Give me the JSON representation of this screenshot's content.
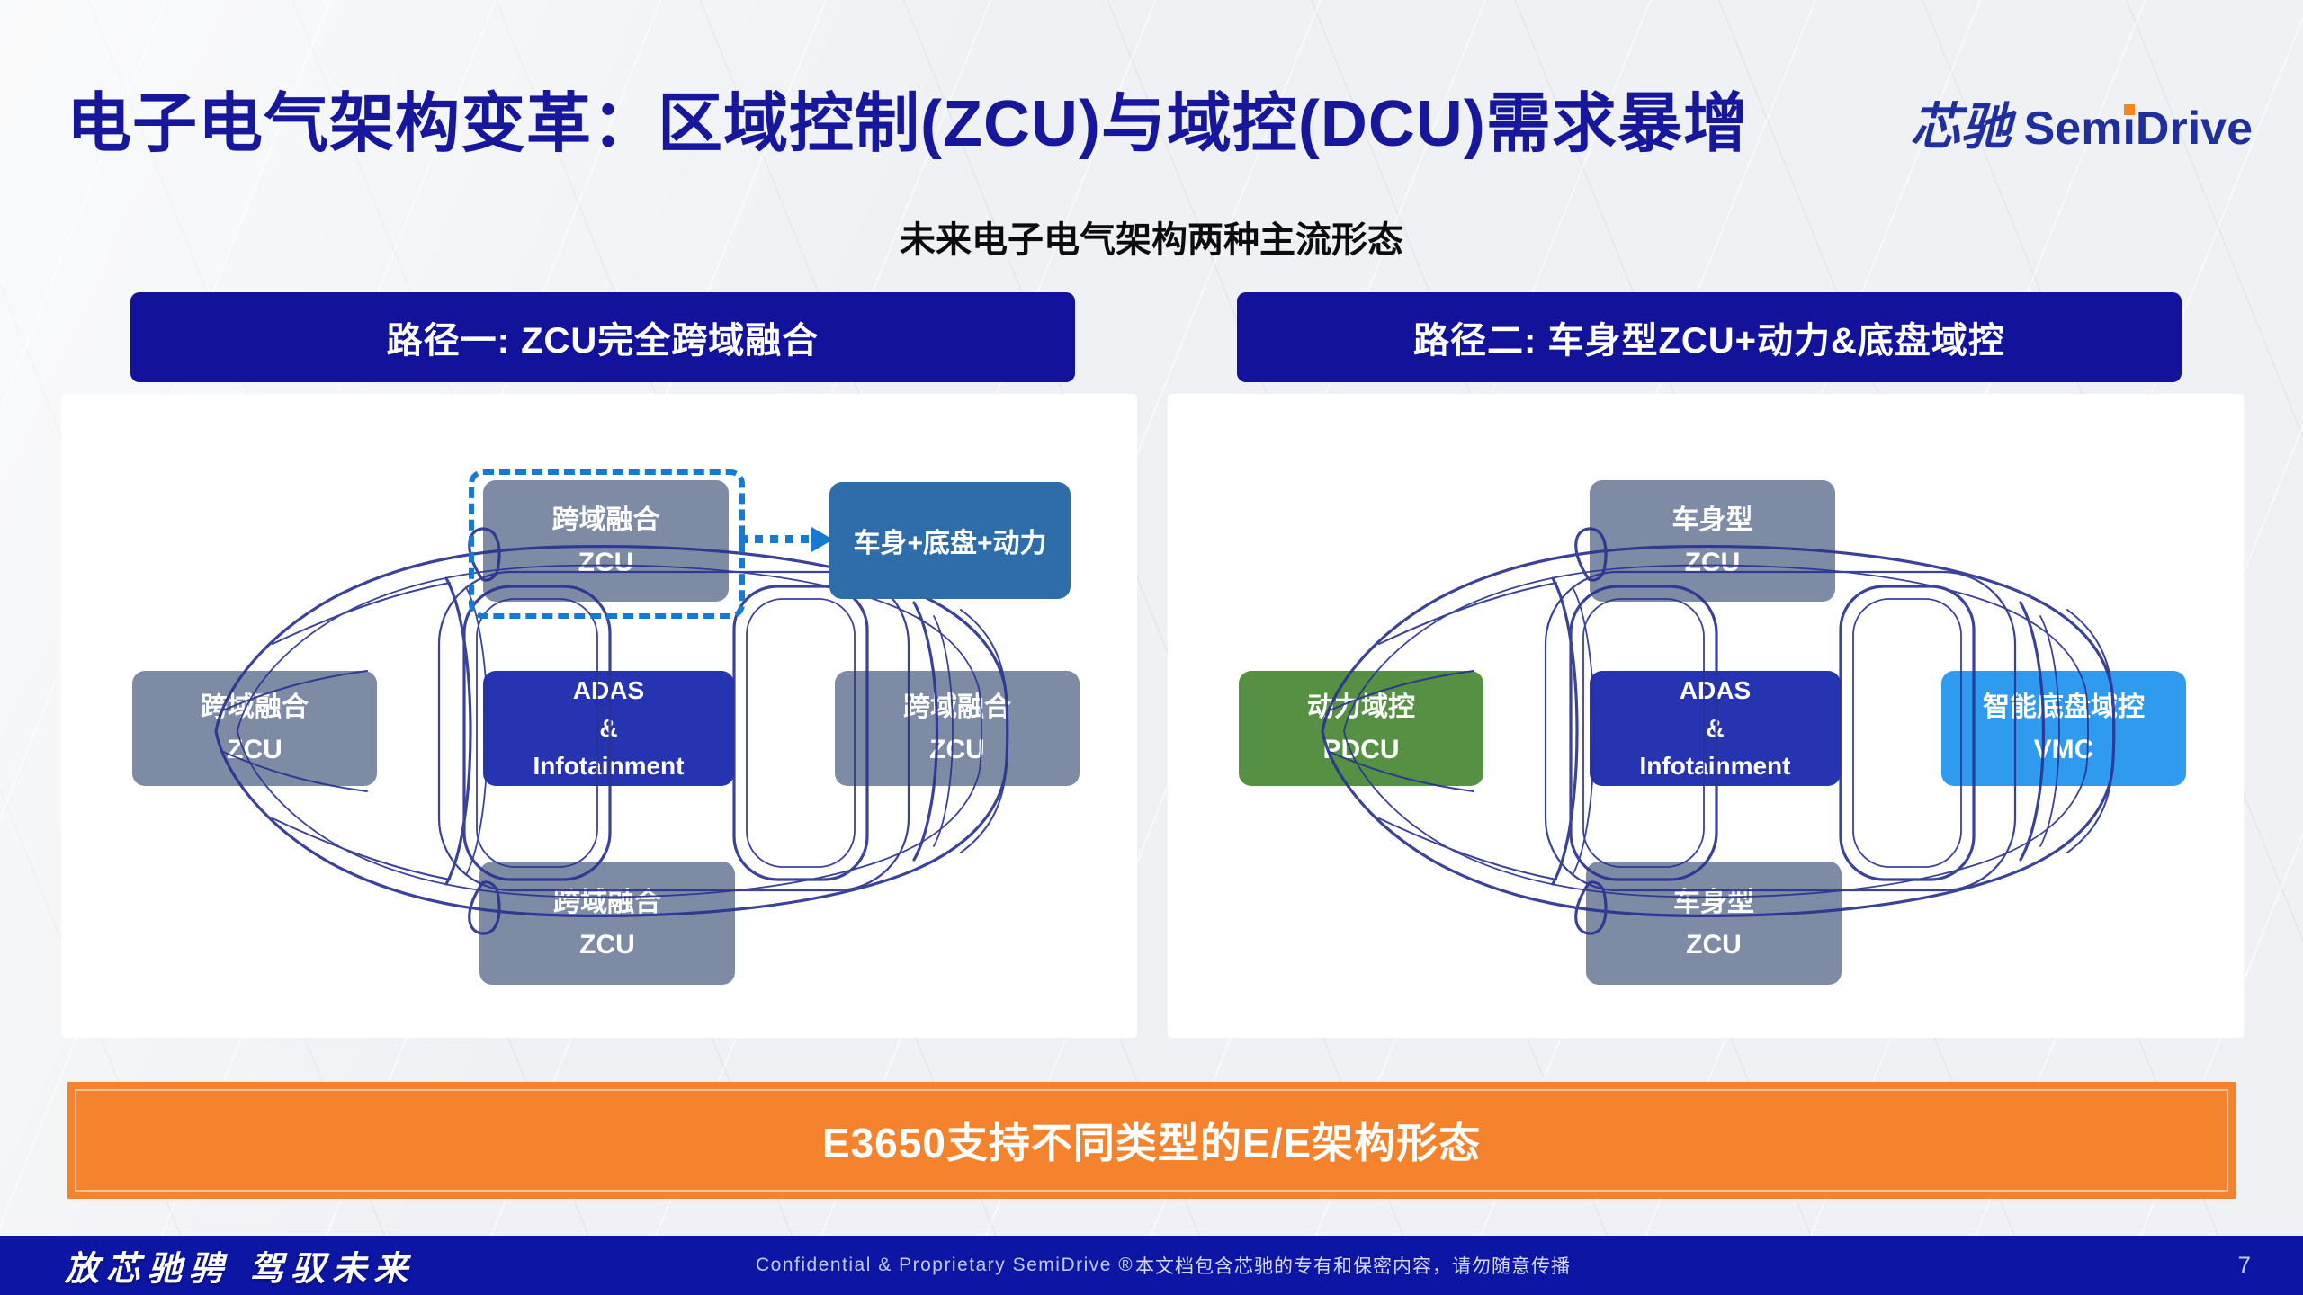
{
  "slide": {
    "title": "电子电气架构变革：区域控制(ZCU)与域控(DCU)需求暴增",
    "subtitle": "未来电子电气架构两种主流形态"
  },
  "logo": {
    "cn": "芯驰",
    "en_pre": "Sem",
    "en_i": "i",
    "en_post": "Drive"
  },
  "panels": [
    {
      "header": "路径一: ZCU完全跨域融合",
      "boxes": {
        "top": {
          "line1": "跨域融合",
          "line2": "ZCU"
        },
        "callout": {
          "label": "车身+底盘+动力"
        },
        "left": {
          "line1": "跨域融合",
          "line2": "ZCU"
        },
        "center": {
          "line1": "ADAS",
          "line2": "&",
          "line3": "Infotainment"
        },
        "right": {
          "line1": "跨域融合",
          "line2": "ZCU"
        },
        "bottom": {
          "line1": "跨域融合",
          "line2": "ZCU"
        }
      }
    },
    {
      "header": "路径二: 车身型ZCU+动力&底盘域控",
      "boxes": {
        "top": {
          "line1": "车身型",
          "line2": "ZCU"
        },
        "left": {
          "line1": "动力域控",
          "line2": "PDCU"
        },
        "center": {
          "line1": "ADAS",
          "line2": "&",
          "line3": "Infotainment"
        },
        "right": {
          "line1": "智能底盘域控",
          "line2": "VMC"
        },
        "bottom": {
          "line1": "车身型",
          "line2": "ZCU"
        }
      }
    }
  ],
  "banner": {
    "text": "E3650支持不同类型的E/E架构形态"
  },
  "footer": {
    "slogan": "放芯驰骋 驾驭未来",
    "confidential": "Confidential & Proprietary SemiDrive ®",
    "notice": "本文档包含芯驰的专有和保密内容，请勿随意传播",
    "page": "7"
  },
  "colors": {
    "c-title": "#17179B",
    "c-header": "#12129B",
    "c-gray": "#7D8CA4",
    "c-royal": "#2634B2",
    "c-callout": "#2E6DAA",
    "c-green": "#569143",
    "c-sky": "#2F9BEF",
    "c-accent": "#1779D0",
    "c-orange": "#F5822D",
    "c-footer": "#0D16A4",
    "c-logo": "#1F2F9E",
    "c-logo-dot": "#F6861E",
    "c-carline": "#2A3391"
  }
}
